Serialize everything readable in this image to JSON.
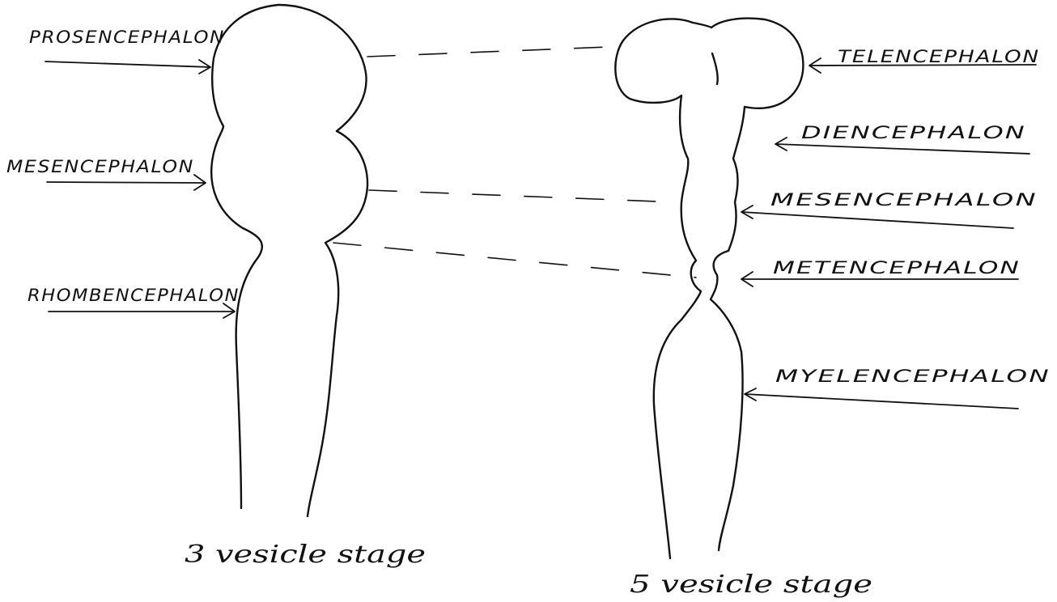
{
  "three_vesicle": {
    "caption": "3 vesicle stage",
    "labels": {
      "prosencephalon": "PROSENCEPHALON",
      "mesencephalon": "MESENCEPHALON",
      "rhombencephalon": "RHOMBENCEPHALON"
    }
  },
  "five_vesicle": {
    "caption": "5 vesicle stage",
    "labels": {
      "telencephalon": "TELENCEPHALON",
      "diencephalon": "DIENCEPHALON",
      "mesencephalon": "MESENCEPHALON",
      "metencephalon": "METENCEPHALON",
      "myelencephalon": "MYELENCEPHALON"
    }
  },
  "colors": {
    "ink": "#111111",
    "paper": "#ffffff"
  }
}
